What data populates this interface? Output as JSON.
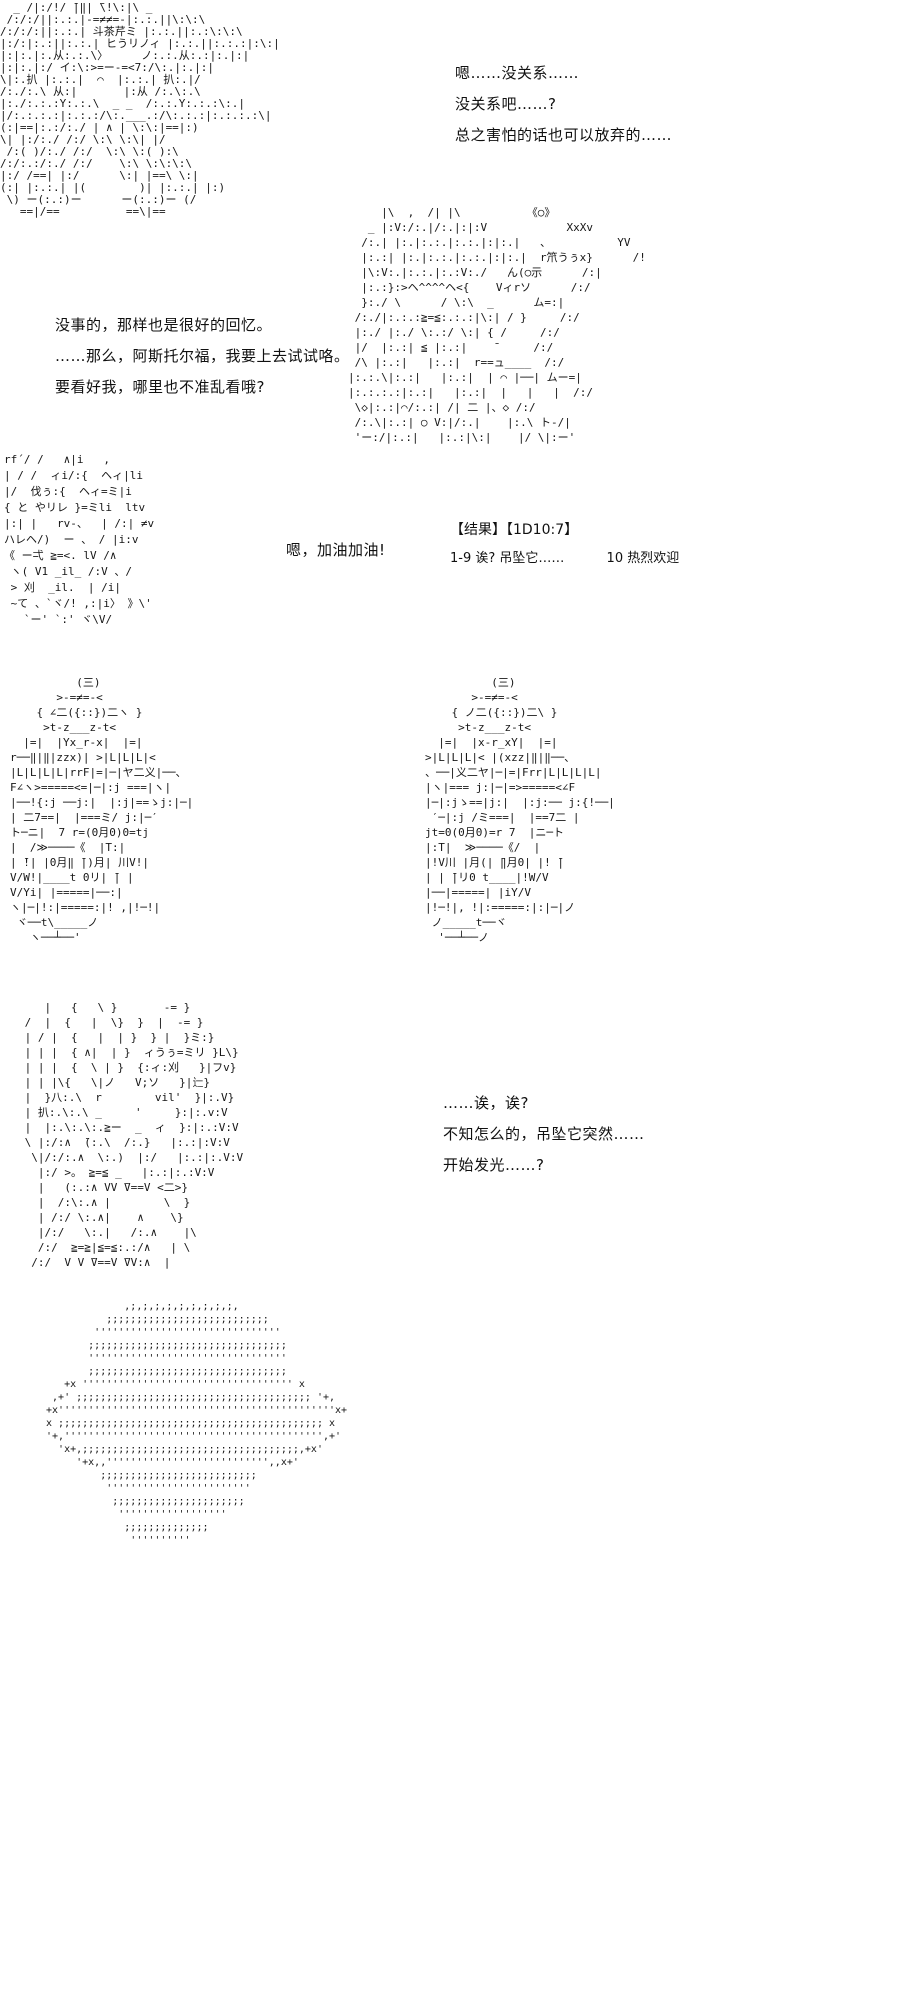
{
  "dialogue_top_right": {
    "lines": [
      "嗯……没关系……",
      "没关系吧……?",
      "总之害怕的话也可以放弃的……"
    ]
  },
  "dialogue_mid_left": {
    "lines": [
      "没事的，那样也是很好的回忆。",
      "……那么，阿斯托尔福，我要上去试试咯。",
      "要看好我，哪里也不准乱看哦?"
    ]
  },
  "cheer_line": "嗯，加油加油!",
  "dice_result": {
    "header": "【结果】【1D10:7】",
    "option_low": "1-9 诶? 吊坠它……",
    "option_high": "10 热烈欢迎"
  },
  "dialogue_bottom_right": {
    "lines": [
      "……诶，诶?",
      "不知怎么的，吊坠它突然……",
      "开始发光……?"
    ]
  },
  "aa": {
    "portrait_top_left": "  _ /|:/!/ ̄|‖| ̄\\!\\:|\\ _\n /:/:/||:.:.|-=≠≠=-|:.:.||\\:\\:\\\n/:/:/:||:.:.| 斗茶芹ミ |:.:.||:.:\\:\\:\\\n|:/:|:.:||:.:.| ヒうリノィ |:.:.||:.:.:|:\\:|\n|:|:.|:.从:.:.\\〉     ノ:.:.从:.:|:.|:|\n|:|:.|:/ イ:\\:>=ー-=<7:/\\:.|:.|:|\n\\|:.扒 |:.:.|  ⌒  |:.:.| 扒:.|/\n/:./:.\\ 从:|       |:从 /:.\\:.\\\n|:./:.:.:Y:.:.\\  _ _  /:.:.Y:.:.:\\:.|\n|/:.:.:.:|:.:.:/\\:.___.:/\\:.:.:|:.:.:.:\\|\n(:|==|:.:/:./ | ∧ | \\:\\:|==|:)\n\\| |:/:./ /:/ \\:\\ \\:\\| |/\n /:( )/:./ /:/  \\:\\ \\:( ):\\\n/:/:.:/:./ /:/    \\:\\ \\:\\:\\:\\\n|:/ /==| |:/      \\:| |==\\ \\:|\n(:| |:.:.| |(        )| |:.:.| |:)\n \\) ー(:.:)ー      ー(:.:)ー (/\n   ==|/==          ==\\|==",
    "portrait_top_right": "     |\\  ,  /| |\\          《○》\n   _ |:V:/:.|/:.|:|:V            XxXv\n  /:.| |:.|:.:.|:.:.|:|:.|   、          YV\n  |:.:| |:.|:.:.|:.:.|:|:.|  r笊うぅx}      /!\n  |\\:V:.|:.:.|:.:V:./   ん(○示      /:|\n  |:.:}:>ヘ^^^^ヘ<{    Vィrソ      /:/\n  }:./ \\      / \\:\\  _      ム=:|\n /:./|:.:.:≧=≦:.:.:|\\:| / }     /:/\n |:./ |:./ \\:.:/ \\:| { /     /:/\n |/  |:.:| ≦ |:.:|    ̄      /:/\n /\\ |:.:|   |:.:|  r==ュ____  /:/\n|:.:.\\|:.:|   |:.:|  | ⌒ |──| ムー=|\n|:.:.:.:|:.:|   |:.:|  |   |   |  /:/\n \\◇|:.:|⌒/:.:| /| 二 |、◇ /:/\n /:.\\|:.:| ○ V:|/:.|    |:.\\ ト-/|\n 'ー:/|:.:|   |:.:|\\:|    |/ \\|:ー'",
    "small_left": "rf´/ /   ∧|i   ,\n| / /  ィi/:{  ヘィ|li\n|/  伐ぅ:{  ヘィ=ミ|i\n{ と やリレ }=ミli  ltv\n|:| |   rv-、  | /:| ≠v\nハレヘ/)  ー 、 / |i:v\n《 ー弌 ≧=<. lV /∧\n ヽ( V1 _il_ /:V 、/\n > 刈  _il.  | /i|\n ~て 、`ヾ/! ,:|i〉 》\\'\n   `ー' `:' ヾ\\V/",
    "pendant_left": "          (三)\n       >‐=≠=‐<\n    { ∠二({::})二ヽ }\n     >t-z___z-t<\n  |=|  |Yx_r-x|  |=|\nr──‖|‖|zzx)| >|L|L|L|<\n|L|L|L|L|rrF|=|─|ヤ二义|──、\nF∠ヽ>=====<=|─|:j ===|ヽ|\n|──!{:j ──j:|  |:j|==ゝj:|─|\n| 二7==|  |===ミ/ j:|─′\nト─ニ|  7 r=(0月0)0=tj\n|  /≫────《  |T:|\n| ̄!| |0月‖ ̄|)月| 川V!|\nV/W!|____t 0リ| ̄| |\nV/Yi| |=====|──:|\nヽ|─|!:|=====:|! ,|!─!|\n ヾ──t\\_____ノ\n   ヽ──┴──'",
    "pendant_right": "          (三)\n       >‐=≠=‐<\n    { ノ二({::})二\\ }\n     >t-z___z-t<\n  |=|  |x-r_xY|  |=|\n>|L|L|L|< |(xzz|‖|‖──、\n、──|义二ヤ|─|=|Frr|L|L|L|L|\n|ヽ|=== j:|─|=>=====<∠F\n|─|:jゝ==|j:|  |:j:── j:{!──|\n ′─|:j /ミ===|  |==7二 |\njt=0(0月0)=r 7  |ニ─ト\n|:T|  ≫────《/  |\n|!V川 |月(| ̄‖月0| |! ̄|\n| | ̄|リ0 t____|!W/V\n|──|=====| |iY/V\n|!─!|, !|:=====:|:|─|ノ\n ノ_____t──ヾ\n  '──┴──ノ",
    "portrait_bottom": "    |   {   \\ }       -= }\n /  |  {   |  \\}  }  |  -= }\n | / |  {   |  | }  } |  }ミ:}\n | | |  { ∧|  | }  ィうぅ=ミリ }L\\}\n | | |  {  \\ | }  {:ィ:刈   }|フv}\n | | |\\{   \\|ノ   V;ソ   }|辷}\n |  }八:.\\  r        vil'  }|:.V}\n | 扒:.\\:.\\ _     '     }:|:.v:V\n |  |:.\\:.\\:.≧ー  _  ィ  }:|:.:V:V\n \\ |:/:∧  ̄(:.\\  /:.}   |:.:|:V:V\n  \\|/:/:.∧  \\:.)  |:/   |:.:|:.V:V\n   |:/ >。 ≧=≦ _   |:.:|:.:V:V\n   |   (:.:∧ VV ̄V==V <二>}\n   |  /:\\:.∧ |        \\  }\n   | /:/ \\:.∧|    ∧    \\}\n   |/:/   \\:.|   /:.∧    |\\\n   /:/  ≧=≧|≦=≦:.:/∧   | \\\n  /:/  V V ̄V==V ̄VV:∧  |",
    "glow_saucer": "              ,;,;,;,;,;,;,;,;,;,\n           ;;;;;;;;;;;;;;;;;;;;;;;;;;;\n         '''''''''''''''''''''''''''''''\n        ;;;;;;;;;;;;;;;;;;;;;;;;;;;;;;;;;\n        '''''''''''''''''''''''''''''''''\n        ;;;;;;;;;;;;;;;;;;;;;;;;;;;;;;;;;\n    +x ''''''''''''''''''''''''''''''''''' x\n  ,+' ;;;;;;;;;;;;;;;;;;;;;;;;;;;;;;;;;;;;;;; '+,\n +x''''''''''''''''''''''''''''''''''''''''''''''x+\n x ;;;;;;;;;;;;;;;;;;;;;;;;;;;;;;;;;;;;;;;;;;;; x\n '+,''''''''''''''''''''''''''''''''''''''''''',+'\n   'x+,;;;;;;;;;;;;;;;;;;;;;;;;;;;;;;;;;;;;,+x'\n      '+x,,''''''''''''''''''''''''''',,x+'\n          ;;;;;;;;;;;;;;;;;;;;;;;;;;\n           ''''''''''''''''''''''''\n            ;;;;;;;;;;;;;;;;;;;;;;\n             ''''''''''''''''''\n              ;;;;;;;;;;;;;;\n               ''''''''''"
  }
}
